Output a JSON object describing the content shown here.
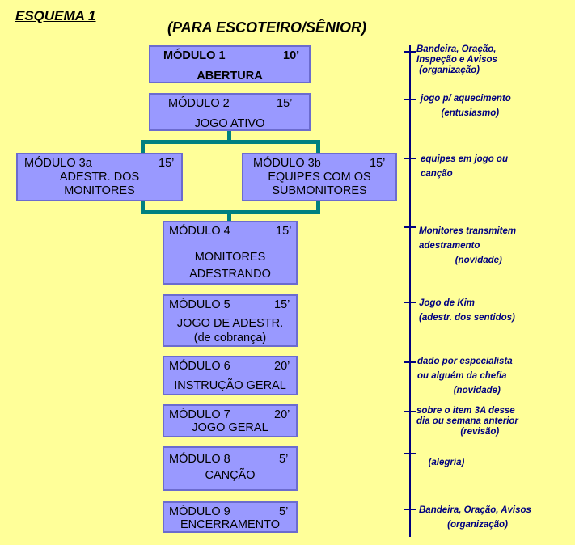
{
  "title": "ESQUEMA  1",
  "subtitle": "(PARA ESCOTEIRO/SÊNIOR)",
  "modules": [
    {
      "id": "1",
      "label": "MÓDULO  1",
      "minutes": "10’",
      "lines": "ABERTURA"
    },
    {
      "id": "2",
      "label": "MÓDULO  2",
      "minutes": "15’",
      "lines": "JOGO ATIVO"
    },
    {
      "id": "3a",
      "label": "MÓDULO  3a",
      "minutes": "15’",
      "lines": "ADESTR. DOS\nMONITORES"
    },
    {
      "id": "3b",
      "label": "MÓDULO  3b",
      "minutes": "15’",
      "lines": "EQUIPES COM OS\nSUBMONITORES"
    },
    {
      "id": "4",
      "label": "MÓDULO  4",
      "minutes": "15’",
      "lines": "MONITORES\nADESTRANDO"
    },
    {
      "id": "5",
      "label": "MÓDULO  5",
      "minutes": "15’",
      "lines": "JOGO DE ADESTR.\n(de cobrança)"
    },
    {
      "id": "6",
      "label": "MÓDULO  6",
      "minutes": "20’",
      "lines": "INSTRUÇÃO GERAL"
    },
    {
      "id": "7",
      "label": "MÓDULO  7",
      "minutes": "20’",
      "lines": "JOGO GERAL"
    },
    {
      "id": "8",
      "label": "MÓDULO  8",
      "minutes": "5’",
      "lines": "CANÇÃO"
    },
    {
      "id": "9",
      "label": "MÓDULO  9",
      "minutes": "5’",
      "lines": "ENCERRAMENTO"
    }
  ],
  "notes": [
    {
      "l1": "Bandeira, Oração,",
      "l2": "Inspeção e Avisos",
      "l3": " (organização)"
    },
    {
      "l1": "jogo p/ aquecimento",
      "l2": "        (entusiasmo)",
      "l3": ""
    },
    {
      "l1": "equipes em jogo ou",
      "l2": "canção",
      "l3": ""
    },
    {
      "l1": "Monitores transmitem",
      "l2": "adestramento",
      "l3": "              (novidade)"
    },
    {
      "l1": "Jogo de Kim",
      "l2": "(adestr. dos sentidos)",
      "l3": ""
    },
    {
      "l1": "dado por especialista",
      "l2": "ou alguém da chefia",
      "l3": "              (novidade)"
    },
    {
      "l1": "sobre o item 3A desse",
      "l2": "dia ou semana anterior",
      "l3": "                 (revisão)"
    },
    {
      "l1": "   (alegria)",
      "l2": "",
      "l3": ""
    },
    {
      "l1": "Bandeira, Oração, Avisos",
      "l2": "           (organização)",
      "l3": ""
    }
  ],
  "colors": {
    "box": "#9999ff",
    "connector": "#008080",
    "axis": "#000080",
    "background": "#ffff99"
  }
}
